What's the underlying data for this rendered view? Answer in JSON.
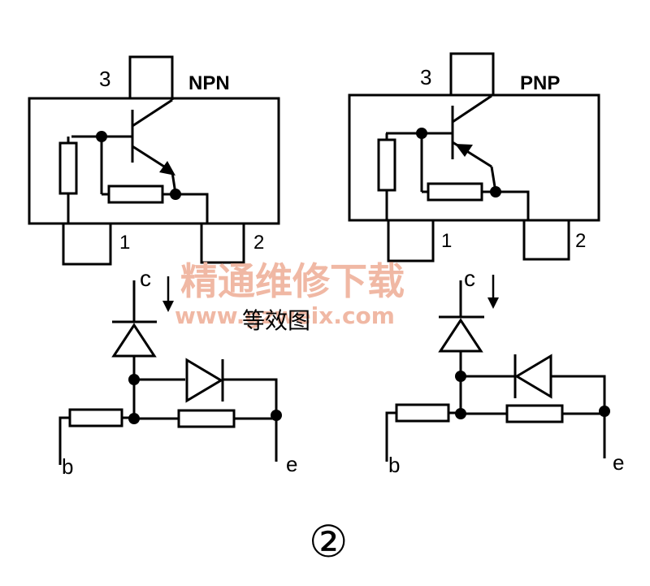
{
  "npn": {
    "pin3": "3",
    "pin1": "1",
    "pin2": "2",
    "type_label": "NPN"
  },
  "pnp": {
    "pin3": "3",
    "pin1": "1",
    "pin2": "2",
    "type_label": "PNP"
  },
  "equivalent_label": "等效图",
  "npn_eq": {
    "c": "c",
    "b": "b",
    "e": "e"
  },
  "pnp_eq": {
    "c": "c",
    "b": "b",
    "e": "e"
  },
  "figure_number": "②",
  "watermark": {
    "line1": "精通维修下载",
    "line2": "www.gzweix.com"
  }
}
